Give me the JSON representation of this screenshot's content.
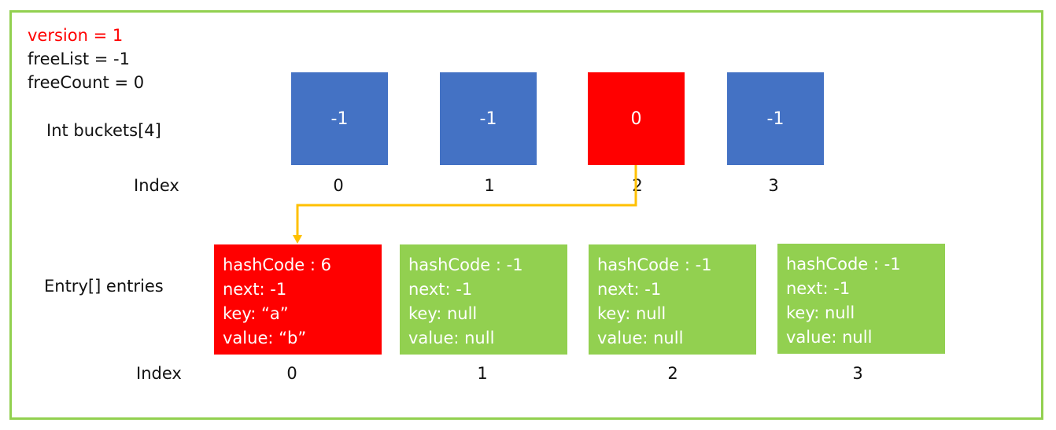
{
  "header": {
    "version": "version = 1",
    "freeList": "freeList = -1",
    "freeCount": "freeCount = 0"
  },
  "buckets": {
    "label": "Int buckets[4]",
    "index_label": "Index",
    "items": [
      {
        "value": "-1",
        "index": "0",
        "color": "#4472c4"
      },
      {
        "value": "-1",
        "index": "1",
        "color": "#4472c4"
      },
      {
        "value": "0",
        "index": "2",
        "color": "#ff0000"
      },
      {
        "value": "-1",
        "index": "3",
        "color": "#4472c4"
      }
    ]
  },
  "entries": {
    "label": "Entry[] entries",
    "index_label": "Index",
    "items": [
      {
        "hashCode": "hashCode : 6",
        "next": "next: -1",
        "key": "key: “a”",
        "value": "value: “b”",
        "index": "0",
        "color": "#ff0000"
      },
      {
        "hashCode": "hashCode : -1",
        "next": "next: -1",
        "key": "key: null",
        "value": "value: null",
        "index": "1",
        "color": "#92d050"
      },
      {
        "hashCode": "hashCode : -1",
        "next": "next: -1",
        "key": "key: null",
        "value": "value: null",
        "index": "2",
        "color": "#92d050"
      },
      {
        "hashCode": "hashCode : -1",
        "next": "next: -1",
        "key": "key: null",
        "value": "value: null",
        "index": "3",
        "color": "#92d050"
      }
    ]
  },
  "colors": {
    "frame": "#92d050",
    "bucket_default": "#4472c4",
    "highlight": "#ff0000",
    "entry_empty": "#92d050",
    "arrow": "#ffc000"
  }
}
